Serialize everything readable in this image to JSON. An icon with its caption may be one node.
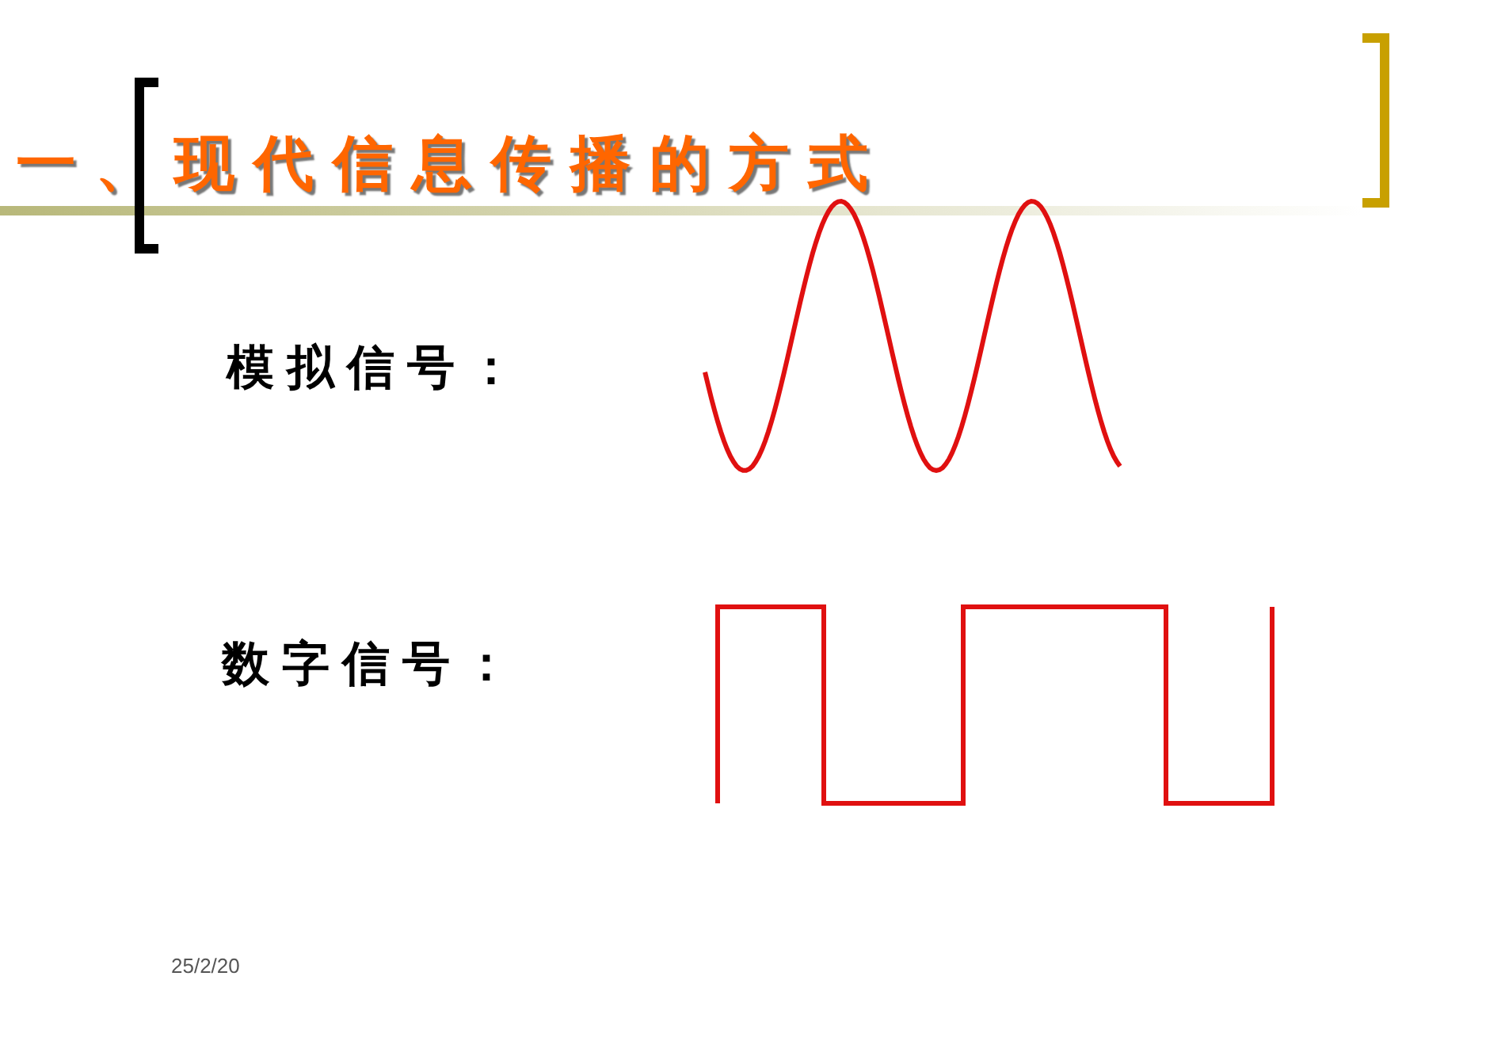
{
  "diagram": {
    "title": "一、现代信息传播的方式",
    "labels": [
      "模拟信号：",
      "数字信号：",
      "25/2/20"
    ]
  }
}
